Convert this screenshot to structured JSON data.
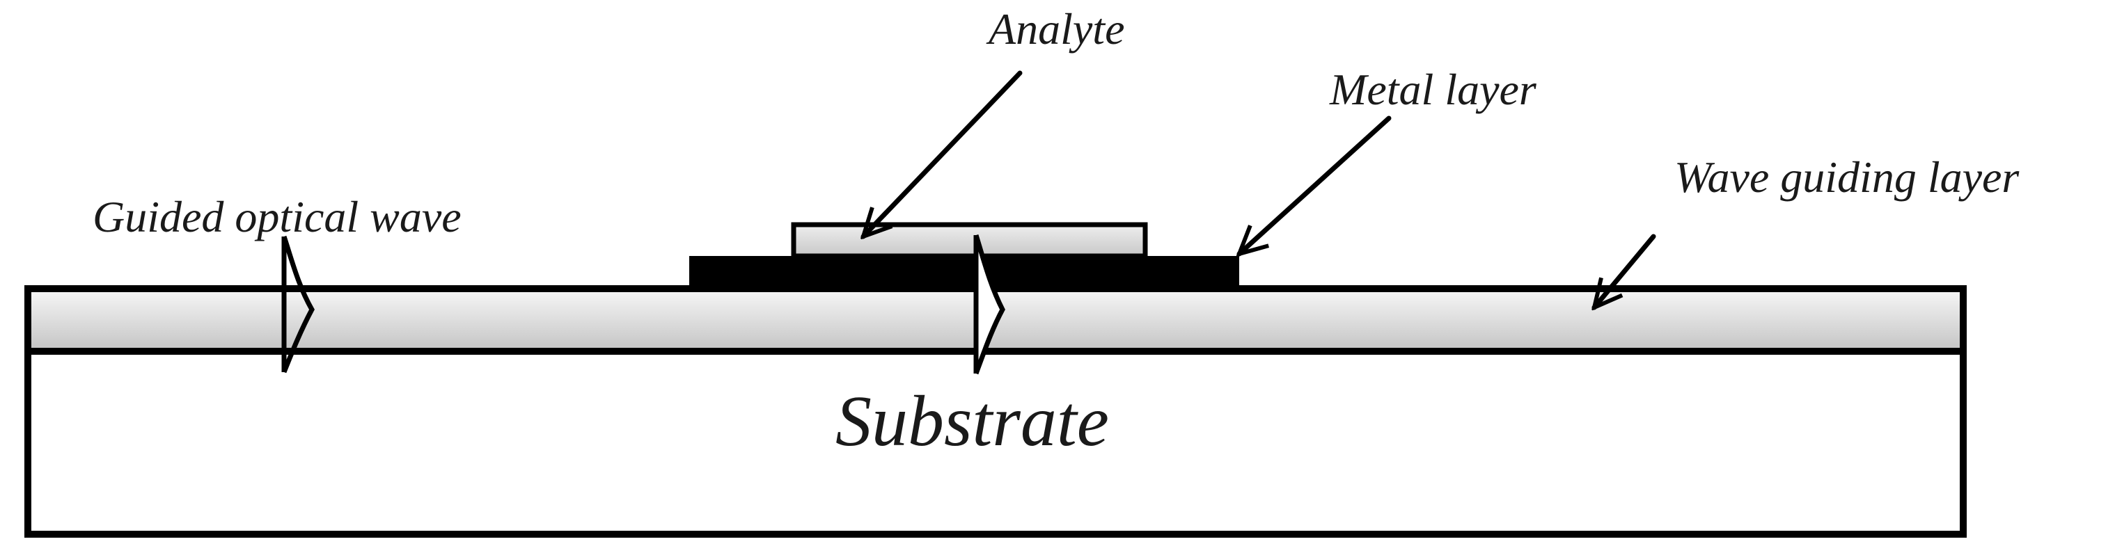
{
  "labels": {
    "analyte": "Analyte",
    "metal_layer": "Metal layer",
    "wave_guiding_layer": "Wave guiding layer",
    "guided_optical_wave": "Guided optical wave",
    "substrate": "Substrate"
  },
  "colors": {
    "outline": "#000000",
    "metal_layer": "#000000",
    "waveguide_fill_light": "#f7f7f7",
    "waveguide_fill_dark": "#c4c4c4",
    "analyte_fill_light": "#eeeeee",
    "analyte_fill_dark": "#c8c8c8",
    "substrate_fill": "#ffffff",
    "wave_profile_fill": "#ffffff"
  }
}
